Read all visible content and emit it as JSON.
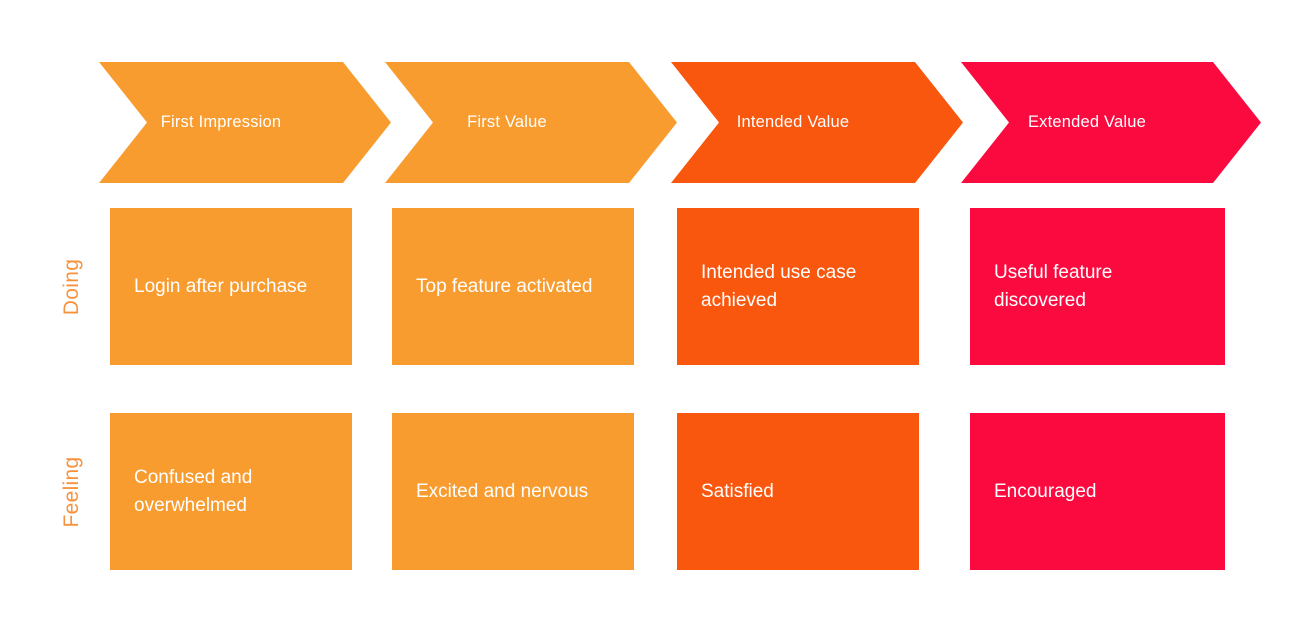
{
  "colors": {
    "orange": "#F89C30",
    "dark_orange": "#F9560E",
    "crimson": "#FA0A3F",
    "row_label_orange": "#F7923C",
    "text_on_fill": "#FFFFFF",
    "background": "#FFFFFF"
  },
  "stages": [
    {
      "label": "First Impression",
      "color": "#F89C30"
    },
    {
      "label": "First Value",
      "color": "#F89C30"
    },
    {
      "label": "Intended Value",
      "color": "#F9560E"
    },
    {
      "label": "Extended Value",
      "color": "#FA0A3F"
    }
  ],
  "rows": [
    {
      "label": "Doing",
      "label_color": "#F7923C",
      "cells": [
        {
          "text": "Login after purchase",
          "color": "#F89C30"
        },
        {
          "text": "Top feature activated",
          "color": "#F89C30"
        },
        {
          "text": "Intended use case achieved",
          "color": "#F9560E"
        },
        {
          "text": "Useful feature discovered",
          "color": "#FA0A3F"
        }
      ]
    },
    {
      "label": "Feeling",
      "label_color": "#F7923C",
      "cells": [
        {
          "text": "Confused and overwhelmed",
          "color": "#F89C30"
        },
        {
          "text": "Excited and nervous",
          "color": "#F89C30"
        },
        {
          "text": "Satisfied",
          "color": "#F9560E"
        },
        {
          "text": "Encouraged",
          "color": "#FA0A3F"
        }
      ]
    }
  ]
}
